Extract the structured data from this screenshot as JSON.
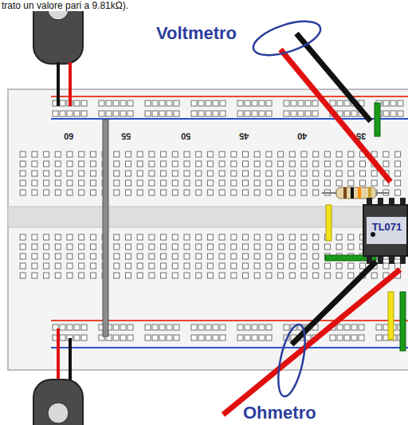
{
  "diagram": {
    "nodes": [
      {
        "text": [
          "TL071"
        ]
      }
    ],
    "labels": [
      "trato un valore pari a 9.81kΩ).",
      "Voltmetro",
      "Ohmetro",
      "60",
      "55",
      "50",
      "45",
      "40",
      "35"
    ]
  }
}
